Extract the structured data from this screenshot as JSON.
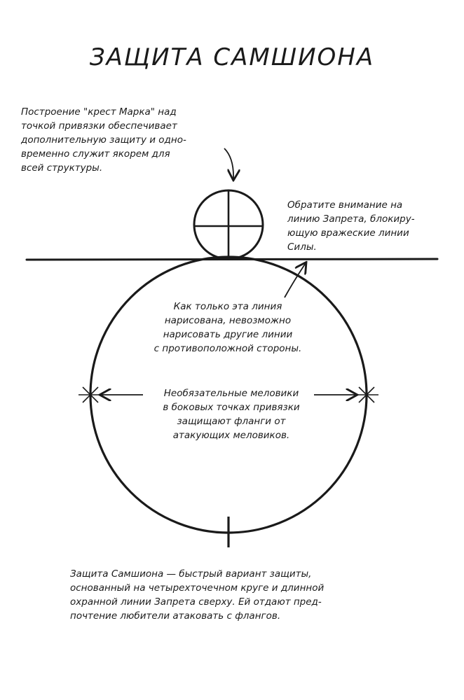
{
  "title": "ЗАЩИТА САМШИОНА",
  "notes": {
    "mark_cross": [
      "Построение \"крест Марка\" над",
      "точкой привязки обеспечивает",
      "дополнительную защиту и одно-",
      "временно служит якорем для",
      "всей структуры."
    ],
    "ban_line": [
      "Обратите внимание на",
      "линию Запрета, блокиру-",
      "ющую вражеские линии",
      "Силы."
    ],
    "once_drawn": [
      "Как только эта линия",
      "нарисована, невозможно",
      "нарисовать другие линии",
      "с противоположной стороны."
    ],
    "optional_chalkings": [
      "Необязательные меловики",
      "в боковых точках привязки",
      "защищают фланги от",
      "атакующих меловиков."
    ],
    "summary": [
      "Защита Самшиона — быстрый вариант защиты,",
      "основанный на четырехточечном круге и длинной",
      "охранной линии Запрета сверху. Ей отдают пред-",
      "почтение любители атаковать с флангов."
    ]
  }
}
